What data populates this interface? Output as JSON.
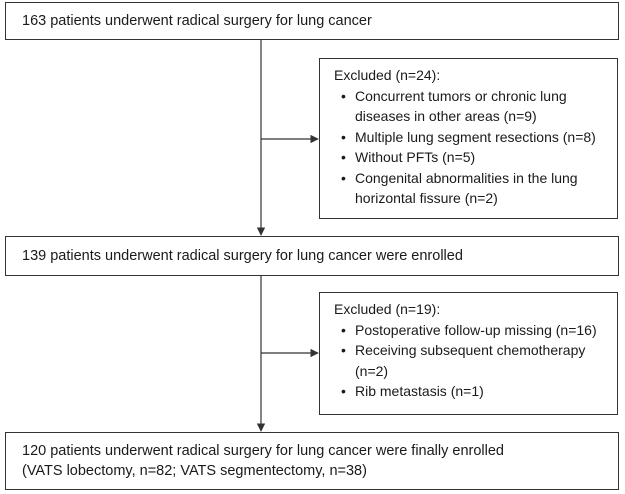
{
  "flow": {
    "step1": "163 patients underwent radical surgery for lung cancer",
    "step2": "139 patients underwent radical surgery for lung cancer were enrolled",
    "step3_line1": "120 patients underwent radical surgery for lung cancer were finally enrolled",
    "step3_line2": "(VATS lobectomy, n=82; VATS segmentectomy, n=38)"
  },
  "exclusion1": {
    "title": "Excluded (n=24):",
    "items": [
      "Concurrent tumors or chronic lung diseases in other areas (n=9)",
      "Multiple lung segment resections (n=8)",
      "Without PFTs (n=5)",
      "Congenital abnormalities in the lung horizontal fissure (n=2)"
    ]
  },
  "exclusion2": {
    "title": "Excluded (n=19):",
    "items": [
      "Postoperative follow-up missing (n=16)",
      "Receiving subsequent chemotherapy (n=2)",
      "Rib metastasis (n=1)"
    ]
  }
}
